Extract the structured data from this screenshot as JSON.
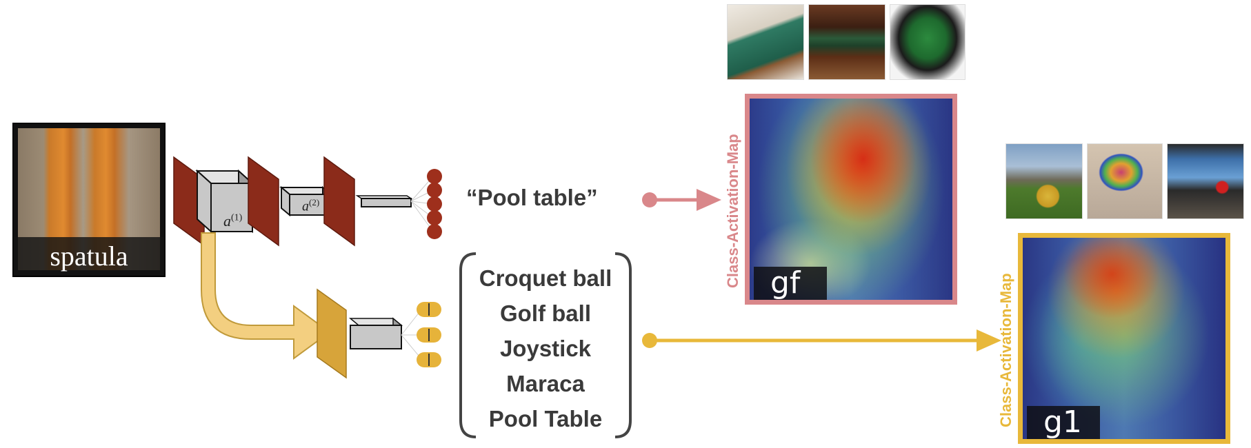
{
  "input_image": {
    "caption": "spatula"
  },
  "network": {
    "activation_1": "a",
    "activation_1_sup": "(1)",
    "activation_2": "a",
    "activation_2_sup": "(2)"
  },
  "prediction_main": {
    "label": "“Pool table”"
  },
  "prediction_candidates": [
    "Croquet ball",
    "Golf ball",
    "Joystick",
    "Maraca",
    "Pool Table"
  ],
  "cam_top": {
    "side_label": "Class-Activation-Map",
    "tag": "gf",
    "color": "#d9878a"
  },
  "cam_bottom": {
    "side_label": "Class-Activation-Map",
    "tag": "g1",
    "color": "#e8b83a"
  },
  "colors": {
    "conv_layer": "#8b2b1a",
    "neuron_main": "#9e2f1c",
    "neuron_aux": "#e6b33a",
    "aux_branch": "#f3cf80",
    "aux_layer": "#d7a43a",
    "arrow_pink": "#d9878a",
    "arrow_gold": "#e8b83a"
  },
  "thumbnails_top": [
    "pool-table-photo-1",
    "pool-table-photo-2",
    "pool-table-photo-3"
  ],
  "thumbnails_bottom": [
    "croquet-ball-photo",
    "maraca-photo",
    "joystick-photo"
  ]
}
